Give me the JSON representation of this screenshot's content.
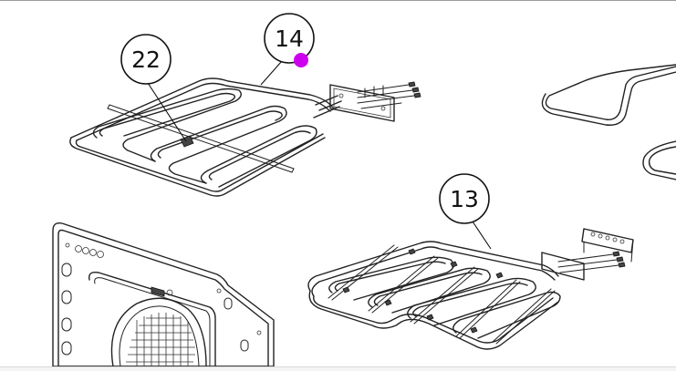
{
  "callouts": {
    "part_14": "14",
    "part_22": "22",
    "part_13": "13"
  },
  "colors": {
    "hotspot": "#cc00ee",
    "line": "#222222",
    "background": "#ffffff"
  },
  "icons": {
    "hotspot": "hotspot-dot-icon"
  }
}
